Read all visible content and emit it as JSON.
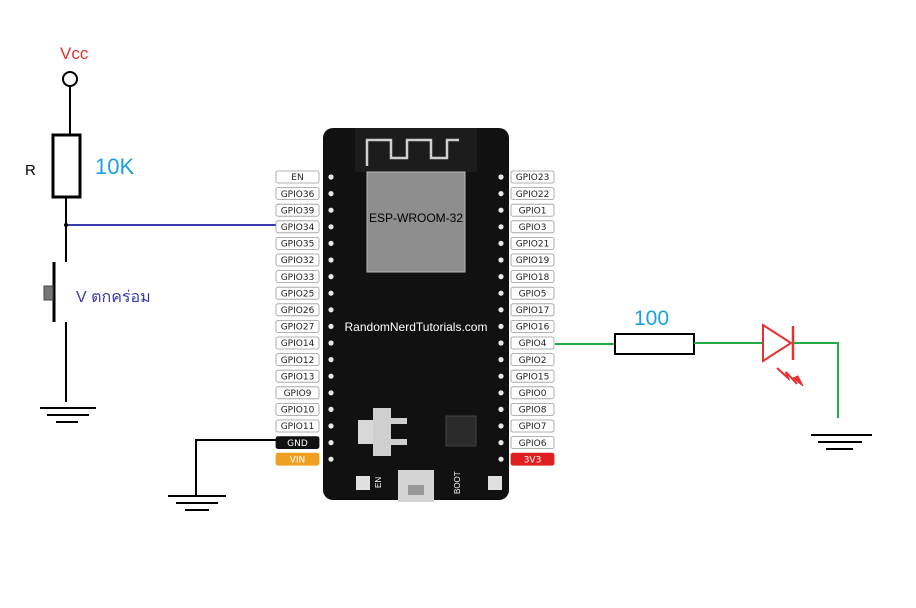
{
  "labels": {
    "vcc": "Vcc",
    "r": "R",
    "r_value": "10K",
    "v_label": "V ตกคร่อม",
    "r2_value": "100"
  },
  "board": {
    "module_name": "ESP-WROOM-32",
    "watermark": "RandomNerdTutorials.com",
    "btn_en": "EN",
    "btn_boot": "BOOT",
    "left_pins": [
      "EN",
      "GPIO36",
      "GPIO39",
      "GPIO34",
      "GPIO35",
      "GPIO32",
      "GPIO33",
      "GPIO25",
      "GPIO26",
      "GPIO27",
      "GPIO14",
      "GPIO12",
      "GPIO13",
      "GPIO9",
      "GPIO10",
      "GPIO11",
      "GND",
      "VIN"
    ],
    "right_pins": [
      "GPIO23",
      "GPIO22",
      "GPIO1",
      "GPIO3",
      "GPIO21",
      "GPIO19",
      "GPIO18",
      "GPIO5",
      "GPIO17",
      "GPIO16",
      "GPIO4",
      "GPIO2",
      "GPIO15",
      "GPIO0",
      "GPIO8",
      "GPIO7",
      "GPIO6",
      "3V3"
    ]
  },
  "colors": {
    "vcc": "#e8302f",
    "value_blue": "#1ca0e0",
    "v_label": "#3a3aa8",
    "wire_blue": "#3b3bb0",
    "wire_green": "#22aa44",
    "led_red": "#e83030",
    "gnd_pin": "#111111",
    "vin_pin": "#f0a020",
    "v33_pin": "#e02020"
  }
}
